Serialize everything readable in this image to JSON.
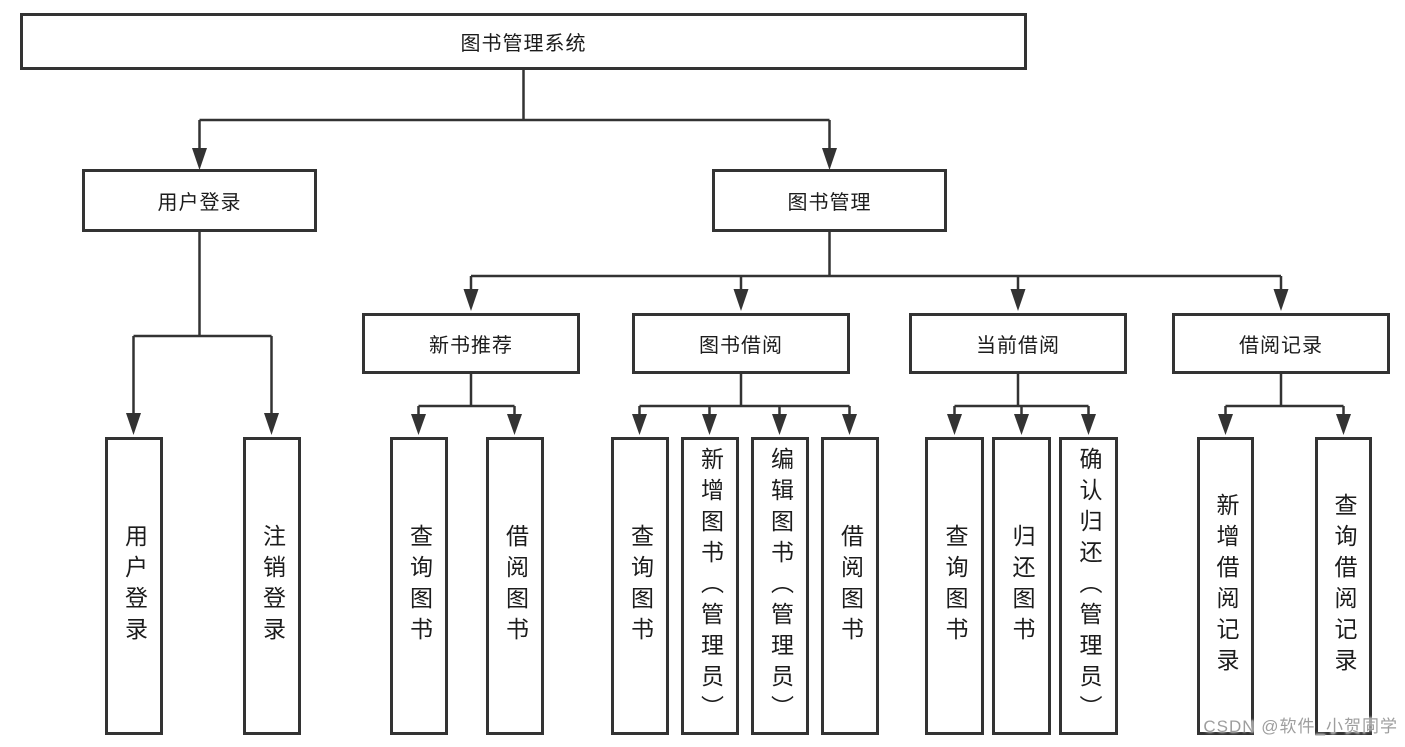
{
  "tree": {
    "root": {
      "label": "图书管理系统",
      "children": [
        {
          "label": "用户登录",
          "children": [
            {
              "label": "用户登录"
            },
            {
              "label": "注销登录"
            }
          ]
        },
        {
          "label": "图书管理",
          "children": [
            {
              "label": "新书推荐",
              "children": [
                {
                  "label": "查询图书"
                },
                {
                  "label": "借阅图书"
                }
              ]
            },
            {
              "label": "图书借阅",
              "children": [
                {
                  "label": "查询图书"
                },
                {
                  "label": "新增图书（管理员）"
                },
                {
                  "label": "编辑图书（管理员）"
                },
                {
                  "label": "借阅图书"
                }
              ]
            },
            {
              "label": "当前借阅",
              "children": [
                {
                  "label": "查询图书"
                },
                {
                  "label": "归还图书"
                },
                {
                  "label": "确认归还（管理员）"
                }
              ]
            },
            {
              "label": "借阅记录",
              "children": [
                {
                  "label": "新增借阅记录"
                },
                {
                  "label": "查询借阅记录"
                }
              ]
            }
          ]
        }
      ]
    }
  },
  "watermark": {
    "text": "CSDN @软件_小贺同学"
  },
  "colors": {
    "line": "#333333",
    "box_border": "#333333",
    "text": "#1c1c1c",
    "watermark": "#9e9e9e",
    "background": "#ffffff"
  }
}
